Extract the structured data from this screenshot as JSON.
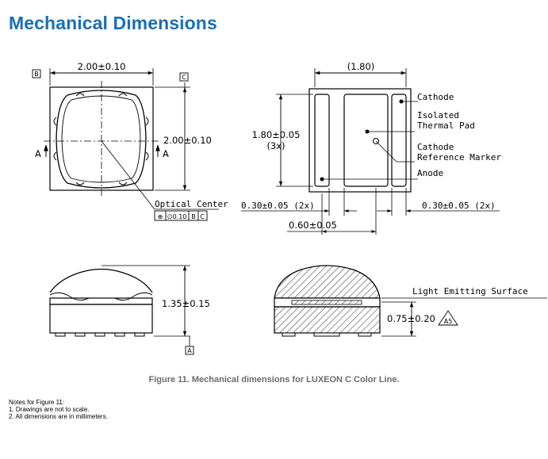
{
  "page": {
    "title": "Mechanical Dimensions",
    "accent_color": "#1a6fb5"
  },
  "top_view": {
    "width_dim": "2.00±0.10",
    "height_dim": "2.00±0.10",
    "datum_b": "B",
    "datum_c": "C",
    "section_a_left": "A",
    "section_a_right": "A",
    "optical_center_label": "Optical Center",
    "fcf": {
      "symbol": "⊕",
      "tolerance": "∅0.10",
      "datum1": "B",
      "datum2": "C"
    }
  },
  "bottom_view": {
    "width_dim": "(1.80)",
    "pad_height_dim": "1.80±0.05",
    "pad_height_count": "(3x)",
    "pad_width_left": "0.30±0.05 (2x)",
    "pad_width_right": "0.30±0.05 (2x)",
    "pad_center_dim": "0.60±0.05",
    "labels": {
      "cathode": "Cathode",
      "isolated_line1": "Isolated",
      "isolated_line2": "Thermal Pad",
      "marker_line1": "Cathode",
      "marker_line2": "Reference Marker",
      "anode": "Anode"
    }
  },
  "side_view": {
    "height_dim": "1.35±0.15",
    "datum_a": "A"
  },
  "section_view": {
    "surface_label": "Light Emitting Surface",
    "height_dim": "0.75±0.20",
    "note_flag": "A5"
  },
  "caption": "Figure 11. Mechanical dimensions for LUXEON C Color Line.",
  "notes": {
    "title": "Notes for Figure 11:",
    "items": [
      "1.  Drawings are not to scale.",
      "2.  All dimensions are in millimeters."
    ]
  }
}
